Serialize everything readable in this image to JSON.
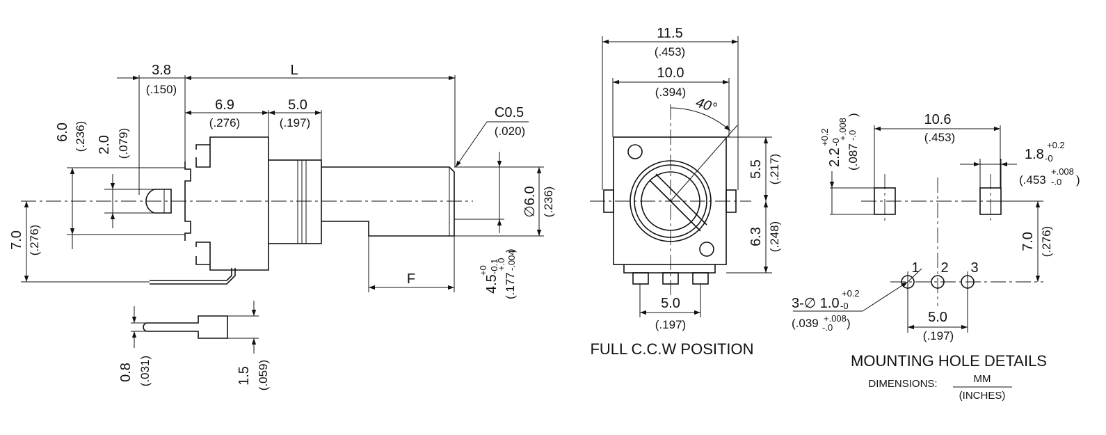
{
  "side_view": {
    "L": "L",
    "dim_3_8": "3.8",
    "dim_3_8_in": "(.150)",
    "dim_6_9": "6.9",
    "dim_6_9_in": "(.276)",
    "dim_5_0": "5.0",
    "dim_5_0_in": "(.197)",
    "c05": "C0.5",
    "c05_in": "(.020)",
    "dim_6_0": "6.0",
    "dim_6_0_in": "(.236)",
    "dim_2_0": "2.0",
    "dim_2_0_in": "(.079)",
    "dim_7_0": "7.0",
    "dim_7_0_in": "(.276)",
    "phi6": "∅6.0",
    "phi6_in": "(.236)",
    "F": "F",
    "dim_4_5": "4.5",
    "dim_4_5_tol_up": "+0",
    "dim_4_5_tol_lo": "-0.1",
    "dim_4_5_in": "(.177",
    "dim_4_5_in_tol_up": "+.0",
    "dim_4_5_in_tol_lo": "-.004",
    "dim_4_5_in_close": ")",
    "pin_0_8": "0.8",
    "pin_0_8_in": "(.031)",
    "pin_1_5": "1.5",
    "pin_1_5_in": "(.059)"
  },
  "front_view": {
    "dim_11_5": "11.5",
    "dim_11_5_in": "(.453)",
    "dim_10_0": "10.0",
    "dim_10_0_in": "(.394)",
    "angle": "40°",
    "dim_5_5": "5.5",
    "dim_5_5_in": "(.217)",
    "dim_6_3": "6.3",
    "dim_6_3_in": "(.248)",
    "dim_5_0": "5.0",
    "dim_5_0_in": "(.197)",
    "caption": "FULL C.C.W POSITION"
  },
  "mounting": {
    "dim_2_2": "2.2",
    "dim_2_2_tol_up": "+0.2",
    "dim_2_2_tol_lo": "-0",
    "dim_2_2_in": "(.087",
    "dim_2_2_in_tol_up": "+.008",
    "dim_2_2_in_tol_lo": "-.0",
    "dim_2_2_in_close": ")",
    "dim_10_6": "10.6",
    "dim_10_6_in": "(.453)",
    "dim_1_8": "1.8",
    "dim_1_8_tol_lo": "-0",
    "dim_1_8_tol_up": "+0.2",
    "dim_1_8_in": "(.453",
    "dim_1_8_in_tol_lo": "-.0",
    "dim_1_8_in_tol_up": "+.008",
    "dim_1_8_in_close": ")",
    "dim_7_0": "7.0",
    "dim_7_0_in": "(.276)",
    "holes": "3-∅ 1.0",
    "holes_tol_lo": "-0",
    "holes_tol_up": "+0.2",
    "holes_in": "(.039",
    "holes_in_tol_lo": "-.0",
    "holes_in_tol_up": "+.008",
    "holes_in_close": ")",
    "pin1": "1",
    "pin2": "2",
    "pin3": "3",
    "dim_5_0": "5.0",
    "dim_5_0_in": "(.197)",
    "caption": "MOUNTING HOLE DETAILS",
    "dims_label": "DIMENSIONS:",
    "units_top": "MM",
    "units_bottom": "(INCHES)"
  }
}
